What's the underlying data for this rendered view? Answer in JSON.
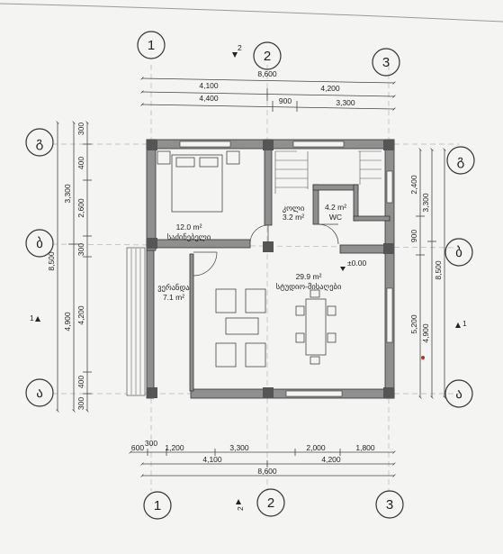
{
  "axes": {
    "columns": [
      "1",
      "2",
      "3"
    ],
    "rows": [
      "გ",
      "ბ",
      "ა"
    ]
  },
  "section_marks": {
    "top": "2",
    "bottom": "2",
    "left": "1",
    "right": "1"
  },
  "dimensions": {
    "top": {
      "overall": "8,600",
      "row2": [
        "4,100",
        "4,200"
      ],
      "row3": [
        "4,400",
        "900",
        "3,300"
      ]
    },
    "bottom": {
      "row1": [
        "600",
        "1,200",
        "3,300",
        "2,000",
        "1,800"
      ],
      "offset": "300",
      "row2": [
        "4,100",
        "4,200"
      ],
      "overall": "8,600"
    },
    "left": {
      "overall": "8,500",
      "mid": [
        "3,300",
        "4,900"
      ],
      "inner": [
        "300",
        "400",
        "2,600",
        "300",
        "4,200",
        "400",
        "300"
      ]
    },
    "right": {
      "overall": "8,500",
      "mid": [
        "3,300",
        "4,900"
      ],
      "inner": [
        "2,400",
        "900",
        "5,200"
      ]
    }
  },
  "rooms": {
    "bedroom": {
      "area": "12.0 m²",
      "name": "საძინებელი"
    },
    "hall": {
      "area": "3.2 m²",
      "name": "კოლი"
    },
    "wc": {
      "area": "4.2 m²",
      "name": "WC"
    },
    "veranda": {
      "name": "ვერანდა",
      "area": "7.1 m²"
    },
    "living": {
      "area": "29.9 m²",
      "name": "სტუდიო-მისაღები"
    }
  },
  "level": "±0.00",
  "colors": {
    "wall": "#8f8f8f",
    "wall_stroke": "#333333",
    "line": "#444444",
    "background": "#f4f4f2",
    "marker": "#cc2222"
  }
}
